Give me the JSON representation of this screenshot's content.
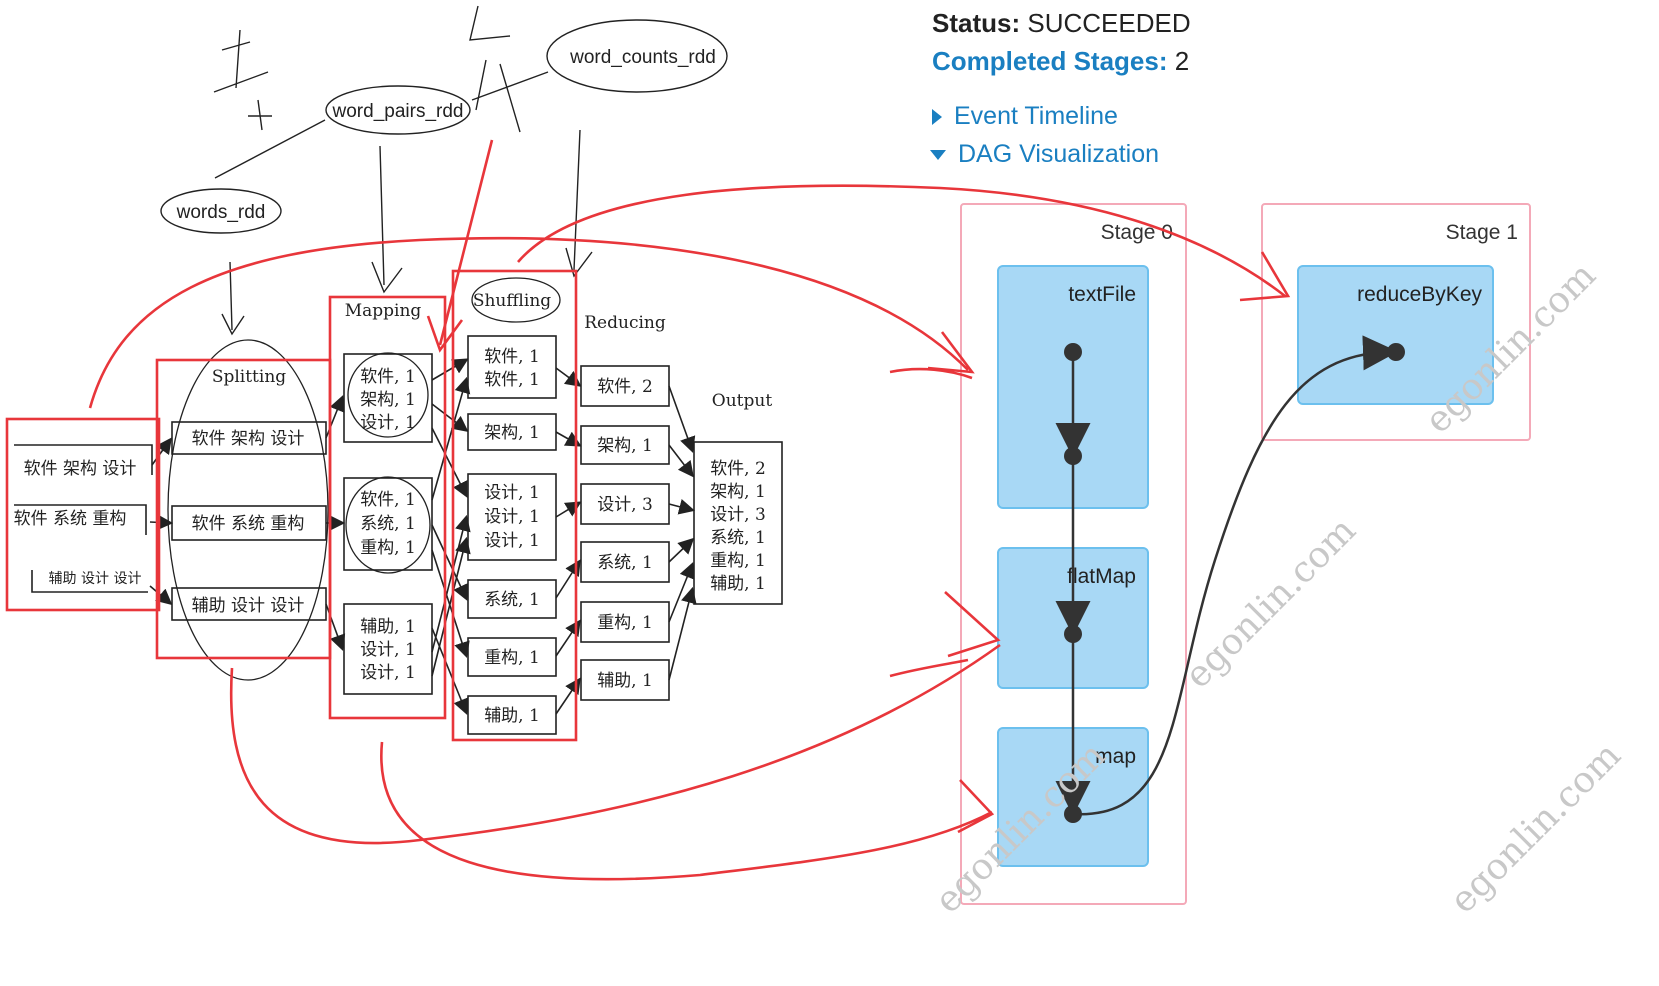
{
  "header": {
    "status_label": "Status:",
    "status_value": "SUCCEEDED",
    "completed_label": "Completed Stages:",
    "completed_value": "2",
    "event_timeline": "Event Timeline",
    "dag_visualization": "DAG Visualization"
  },
  "annotations": {
    "words_rdd": "words_rdd",
    "word_pairs_rdd": "word_pairs_rdd",
    "word_counts_rdd": "word_counts_rdd"
  },
  "mapreduce": {
    "splitting": "Splitting",
    "mapping": "Mapping",
    "shuffling": "Shuffling",
    "reducing": "Reducing",
    "output": "Output",
    "input_lines": [
      "软件 架构 设计",
      "软件 系统 重构",
      "辅助 设计 设计"
    ],
    "split_lines": [
      "软件 架构 设计",
      "软件 系统 重构",
      "辅助 设计 设计"
    ],
    "map_boxes": [
      [
        "软件, 1",
        "架构, 1",
        "设计, 1"
      ],
      [
        "软件, 1",
        "系统, 1",
        "重构, 1"
      ],
      [
        "辅助, 1",
        "设计, 1",
        "设计, 1"
      ]
    ],
    "shuffle_boxes": [
      [
        "软件, 1",
        "软件, 1"
      ],
      [
        "架构, 1"
      ],
      [
        "设计, 1",
        "设计, 1",
        "设计, 1"
      ],
      [
        "系统, 1"
      ],
      [
        "重构, 1"
      ],
      [
        "辅助, 1"
      ]
    ],
    "reduce_boxes": [
      "软件, 2",
      "架构, 1",
      "设计, 3",
      "系统, 1",
      "重构, 1",
      "辅助, 1"
    ],
    "output_lines": [
      "软件, 2",
      "架构, 1",
      "设计, 3",
      "系统, 1",
      "重构, 1",
      "辅助, 1"
    ]
  },
  "dag": {
    "stage0": "Stage 0",
    "stage1": "Stage 1",
    "textfile": "textFile",
    "flatmap": "flatMap",
    "map": "map",
    "reducebykey": "reduceByKey"
  },
  "watermark": "egonlin.com",
  "colors": {
    "stage_border": "#f4a9b8",
    "node_fill": "#a8d8f5",
    "node_border": "#6cc0ee",
    "annot_red": "#e8363b",
    "link_blue": "#1a7fc1"
  }
}
